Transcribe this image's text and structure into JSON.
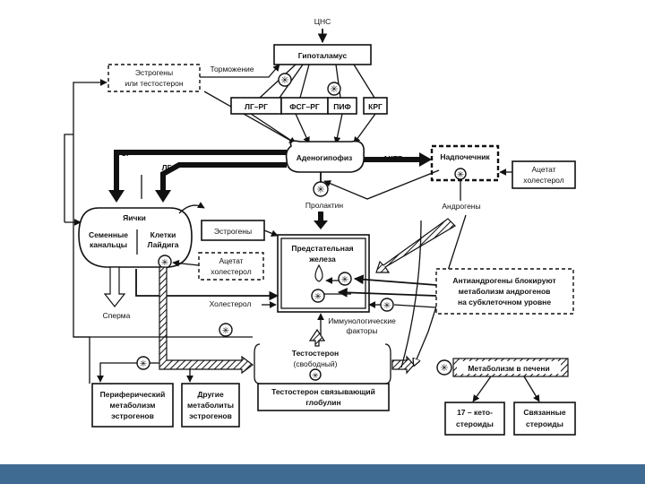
{
  "labels": {
    "cns": "ЦНС",
    "hypothalamus": "Гипоталамус",
    "estrogens_or_testosterone": [
      "Эстрогены",
      "или тестостерон"
    ],
    "inhibition": "Торможение",
    "lh_rh": "ЛГ–РГ",
    "fsh_rh": "ФСГ–РГ",
    "pif": "ПИФ",
    "crh": "КРГ",
    "fsh": "ФСГ",
    "lh": "ЛГ",
    "adenohypophysis": "Аденогипофиз",
    "acth": "АКТГ",
    "adrenal": "Надпочечник",
    "acetate_cholesterol_adrenal": [
      "Ацетат",
      "холестерол"
    ],
    "prolactin": "Пролактин",
    "androgens": "Андрогены",
    "testes": "Яички",
    "seminal_tubules": [
      "Семенные",
      "канальцы"
    ],
    "leydig_cells": [
      "Клетки",
      "Лайдига"
    ],
    "estrogens": "Эстрогены",
    "acetate_cholesterol_testes": [
      "Ацетат",
      "холестерол"
    ],
    "prostate": [
      "Предстательная",
      "железа"
    ],
    "antiandrogens": [
      "Антиандрогены блокируют",
      "метаболизм андрогенов",
      "на субклеточном уровне"
    ],
    "cholesterol": "Холестерол",
    "sperm": "Сперма",
    "immunologic_factors": [
      "Иммунологические",
      "факторы"
    ],
    "testosterone_free": [
      "Тестостерон",
      "(свободный)"
    ],
    "liver_metabolism": "Метаболизм в печени",
    "testosterone_bound": [
      "Тестостерон  связывающий",
      "глобулин"
    ],
    "peripheral_metabolism": [
      "Периферический",
      "метаболизм",
      "эстрогенов"
    ],
    "other_metabolites": [
      "Другие",
      "метаболиты",
      "эстрогенов"
    ],
    "ketosteroids": [
      "17 – кето-",
      "стероиды"
    ],
    "bound_steroids": [
      "Связанные",
      "стероиды"
    ]
  },
  "icons": {
    "blocker_symbol": "asterisk-circle-icon"
  },
  "colors": {
    "line": "#111111",
    "footer_bar": "#3f6a92"
  }
}
